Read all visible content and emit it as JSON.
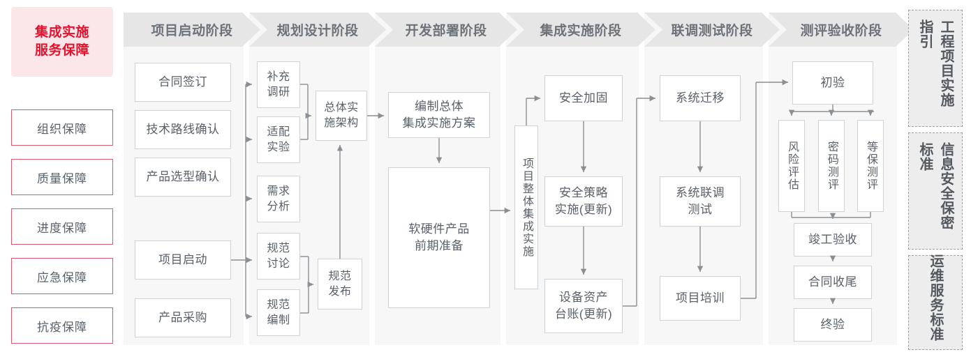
{
  "guarantee": {
    "title_lines": [
      "集成实施",
      "服务保障"
    ],
    "accent_color": "#e8112d",
    "bg_color": "#fbe6ea",
    "border_color": "#e0566e",
    "items": [
      {
        "label": "组织保障"
      },
      {
        "label": "质量保障"
      },
      {
        "label": "进度保障"
      },
      {
        "label": "应急保障"
      },
      {
        "label": "抗疫保障"
      }
    ]
  },
  "phases": [
    {
      "id": "startup",
      "header": "项目启动阶段",
      "nodes": [
        {
          "label": "合同签订"
        },
        {
          "label": "技术路线确认"
        },
        {
          "label": "产品选型确认"
        },
        {
          "label": "项目启动"
        },
        {
          "label": "产品采购"
        }
      ]
    },
    {
      "id": "planning",
      "header": "规划设计阶段",
      "nodes": [
        {
          "label": "补充\n调研"
        },
        {
          "label": "适配\n实验"
        },
        {
          "label": "需求\n分析"
        },
        {
          "label": "规范\n讨论"
        },
        {
          "label": "规范\n编制"
        },
        {
          "label": "总体实\n施架构"
        },
        {
          "label": "规范\n发布"
        }
      ]
    },
    {
      "id": "development",
      "header": "开发部署阶段",
      "nodes": [
        {
          "label": "编制总体\n集成实施方案"
        },
        {
          "label": "软硬件产品\n前期准备"
        }
      ]
    },
    {
      "id": "integration",
      "header": "集成实施阶段",
      "nodes": [
        {
          "label": "项目整体集成实施"
        },
        {
          "label": "安全加固"
        },
        {
          "label": "安全策略\n实施(更新)"
        },
        {
          "label": "设备资产\n台账(更新)"
        }
      ]
    },
    {
      "id": "jointtest",
      "header": "联调测试阶段",
      "nodes": [
        {
          "label": "系统迁移"
        },
        {
          "label": "系统联调\n测试"
        },
        {
          "label": "项目培训"
        }
      ]
    },
    {
      "id": "acceptance",
      "header": "测评验收阶段",
      "nodes": [
        {
          "label": "初验"
        },
        {
          "label": "风险评估"
        },
        {
          "label": "密码测评"
        },
        {
          "label": "等保测评"
        },
        {
          "label": "竣工验收"
        },
        {
          "label": "合同收尾"
        },
        {
          "label": "终验"
        }
      ]
    }
  ],
  "standards": [
    {
      "label": "工程项目实施指引"
    },
    {
      "label": "信息安全保密标准"
    },
    {
      "label": "运维服务标准"
    }
  ]
}
